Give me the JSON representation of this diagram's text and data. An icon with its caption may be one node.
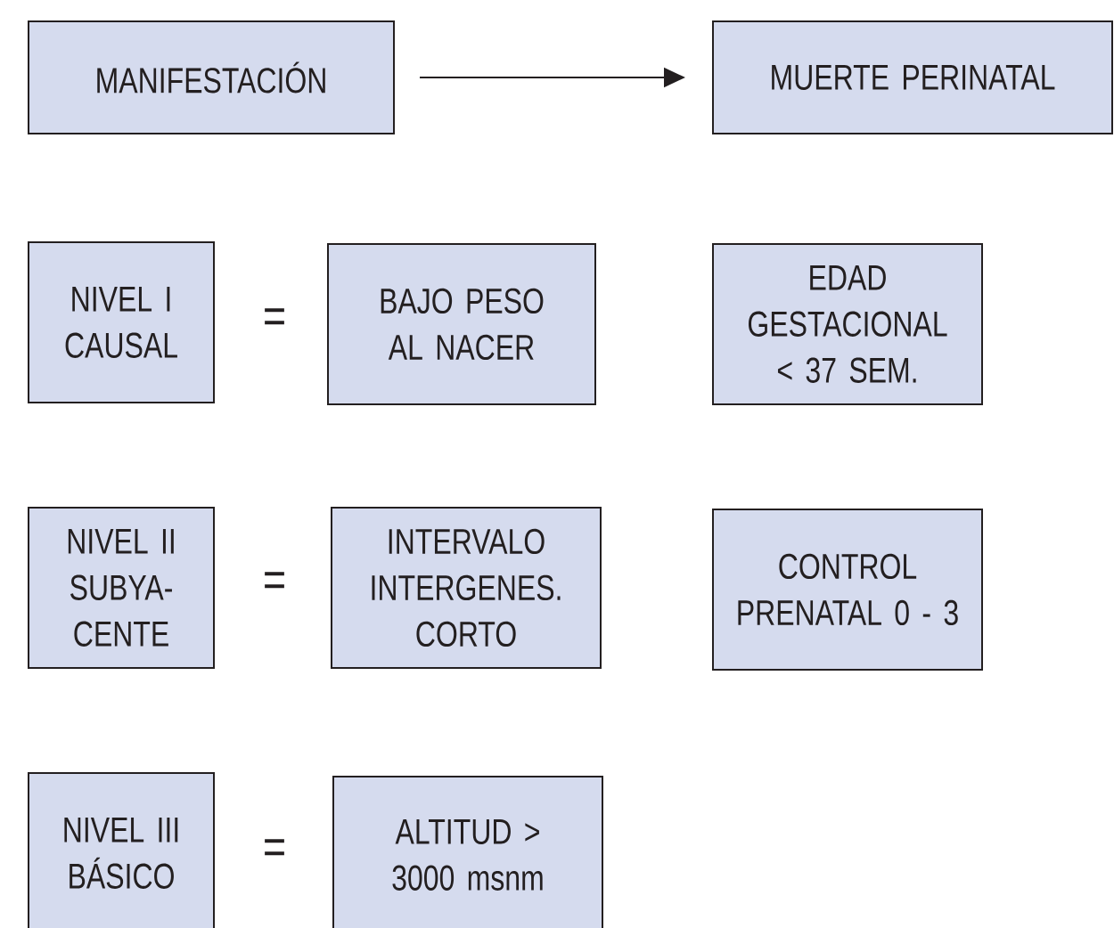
{
  "diagram": {
    "nodes": [
      {
        "text": [
          "MANIFESTACIÓN"
        ]
      },
      {
        "text": [
          "MUERTE PERINATAL"
        ]
      },
      {
        "text": [
          "NIVEL I CAUSAL"
        ]
      },
      {
        "text": [
          "BAJO PESO AL NACER"
        ]
      },
      {
        "text": [
          "EDAD GESTACIONAL < 37 SEM."
        ]
      },
      {
        "text": [
          "NIVEL II SUBYA- CENTE"
        ]
      },
      {
        "text": [
          "INTERVALO INTERGENES. CORTO"
        ]
      },
      {
        "text": [
          "CONTROL PRENATAL 0 - 3"
        ]
      },
      {
        "text": [
          "NIVEL III BÁSICO"
        ]
      },
      {
        "text": [
          "ALTITUD > 3000 msnm"
        ]
      }
    ],
    "edges": [
      {
        "from": 0,
        "to": 1,
        "arrow": "to"
      }
    ],
    "labels": [
      "=",
      "=",
      "="
    ]
  }
}
